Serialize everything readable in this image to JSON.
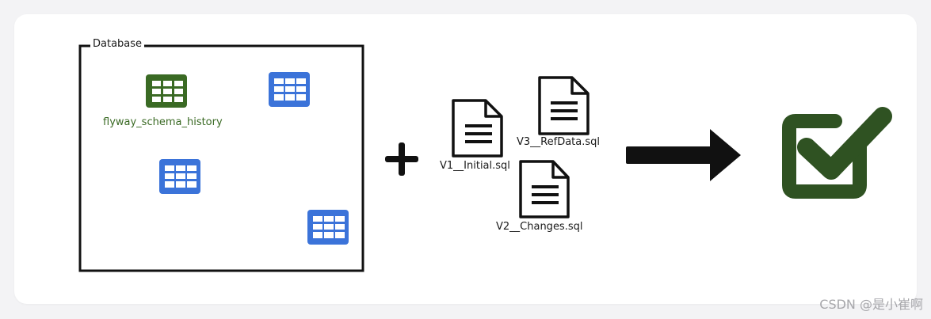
{
  "database": {
    "title": "Database",
    "history_table_label": "flyway_schema_history"
  },
  "migrations": {
    "v1": "V1__Initial.sql",
    "v2": "V2__Changes.sql",
    "v3": "V3__RefData.sql"
  },
  "watermark": "CSDN @是小崔啊",
  "colors": {
    "history_table": "#3a6a24",
    "tables": "#3b73d9",
    "success": "#2f5222",
    "ink": "#111111"
  },
  "icons": {
    "plus": "plus-icon",
    "arrow": "arrow-right-icon",
    "result": "check-square-icon"
  }
}
